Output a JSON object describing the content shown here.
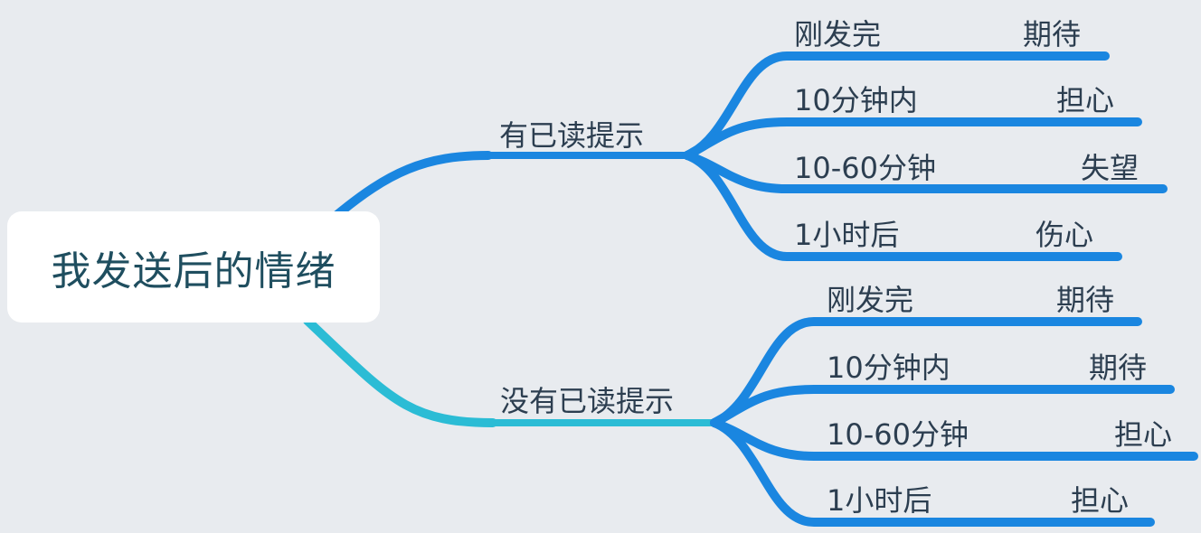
{
  "colors": {
    "background": "#e8ebef",
    "blue": "#1a86e0",
    "teal": "#2bbcd5",
    "root_text": "#1f4e5f",
    "text": "#2c3e50"
  },
  "root": {
    "label": "我发送后的情绪"
  },
  "branches": [
    {
      "label": "有已读提示",
      "children": [
        {
          "time": "刚发完",
          "emotion": "期待"
        },
        {
          "time": "10分钟内",
          "emotion": "担心"
        },
        {
          "time": "10-60分钟",
          "emotion": "失望"
        },
        {
          "time": "1小时后",
          "emotion": "伤心"
        }
      ]
    },
    {
      "label": "没有已读提示",
      "children": [
        {
          "time": "刚发完",
          "emotion": "期待"
        },
        {
          "time": "10分钟内",
          "emotion": "期待"
        },
        {
          "time": "10-60分钟",
          "emotion": "担心"
        },
        {
          "time": "1小时后",
          "emotion": "担心"
        }
      ]
    }
  ]
}
